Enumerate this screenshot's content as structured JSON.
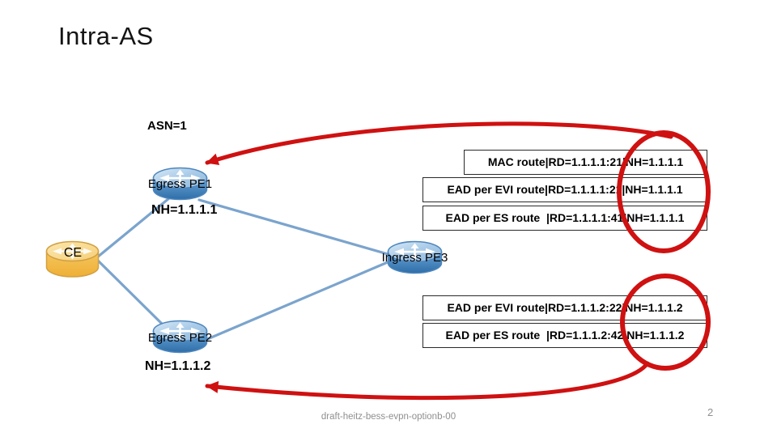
{
  "slide": {
    "title": "Intra-AS",
    "asn_label": "ASN=1",
    "footer": {
      "document": "draft-heitz-bess-evpn-optionb-00",
      "page_number": "2"
    }
  },
  "nodes": {
    "egress_pe1": {
      "label": "Egress PE1",
      "nh": "NH=1.1.1.1"
    },
    "egress_pe2": {
      "label": "Egress PE2",
      "nh": "NH=1.1.1.2"
    },
    "ingress_pe3": {
      "label": "Ingress PE3"
    },
    "ce": {
      "label": "CE"
    }
  },
  "routes": {
    "pe1_group": [
      "MAC route|RD=1.1.1.1:21|NH=1.1.1.1",
      "EAD per EVI route|RD=1.1.1.1:21|NH=1.1.1.1",
      "EAD per ES route  |RD=1.1.1.1:41|NH=1.1.1.1"
    ],
    "pe2_group": [
      "EAD per EVI route|RD=1.1.1.2:22|NH=1.1.1.2",
      "EAD per ES route  |RD=1.1.1.2:42|NH=1.1.1.2"
    ]
  },
  "icons": {
    "pe_icon": "router-icon",
    "ce_icon": "router-icon",
    "annotations": [
      "red-arrow",
      "red-ellipse",
      "red-ellipse",
      "red-arrow"
    ]
  },
  "colors": {
    "annotation_red": "#cf1111",
    "link_blue": "#7ba4cd",
    "router_blue": "#4a8fc7",
    "ce_orange": "#f3bd4e",
    "footer_gray": "#8f8f8f"
  }
}
